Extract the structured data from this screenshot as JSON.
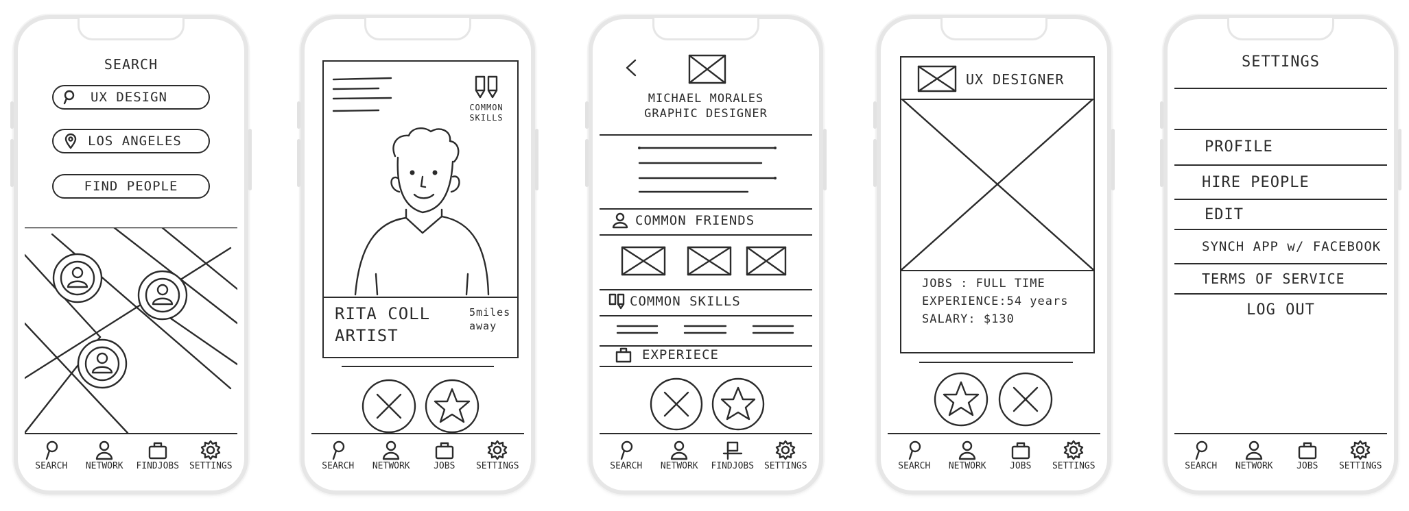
{
  "search_screen": {
    "title": "SEARCH",
    "query_value": "UX DESIGN",
    "location_value": "LOS ANGELES",
    "find_button": "FIND PEOPLE"
  },
  "swipe_screen": {
    "common_skills_label": "COMMON SKILLS",
    "person_name": "RITA COLL",
    "person_role": "ARTIST",
    "distance": "5miles away"
  },
  "profile_screen": {
    "name": "MICHAEL MORALES",
    "role": "GRAPHIC DESIGNER",
    "common_friends_label": "COMMON FRIENDS",
    "common_skills_label": "COMMON SKILLS",
    "experience_label": "EXPERIECE"
  },
  "job_screen": {
    "job_title": "UX DESIGNER",
    "jobs_line": "JOBS : FULL TIME",
    "experience_line": "EXPERIENCE:54 years",
    "salary_line": "SALARY: $130"
  },
  "settings_screen": {
    "title": "SETTINGS",
    "items": [
      "PROFILE",
      "HIRE PEOPLE",
      "EDIT",
      "SYNCH APP w/ FACEBOOK",
      "TERMS OF SERVICE",
      "LOG OUT"
    ]
  },
  "tabbars": {
    "phone1": [
      "SEARCH",
      "NETWORK",
      "FINDJOBS",
      "SETTINGS"
    ],
    "phone2": [
      "SEARCH",
      "NETWORK",
      "JOBS",
      "SETTINGS"
    ],
    "phone3": [
      "SEARCH",
      "NETWORK",
      "FINDJOBS",
      "SETTINGS"
    ],
    "phone4": [
      "SEARCH",
      "NETWORK",
      "JOBS",
      "SETTINGS"
    ],
    "phone5": [
      "SEARCH",
      "NETWORK",
      "JOBS",
      "SETTINGS"
    ]
  },
  "icons": [
    "search-icon",
    "location-pin-icon",
    "person-icon",
    "network-icon",
    "briefcase-icon",
    "gear-icon",
    "close-icon",
    "star-icon",
    "back-arrow-icon",
    "image-placeholder-icon",
    "flag-icon",
    "menu-icon"
  ]
}
